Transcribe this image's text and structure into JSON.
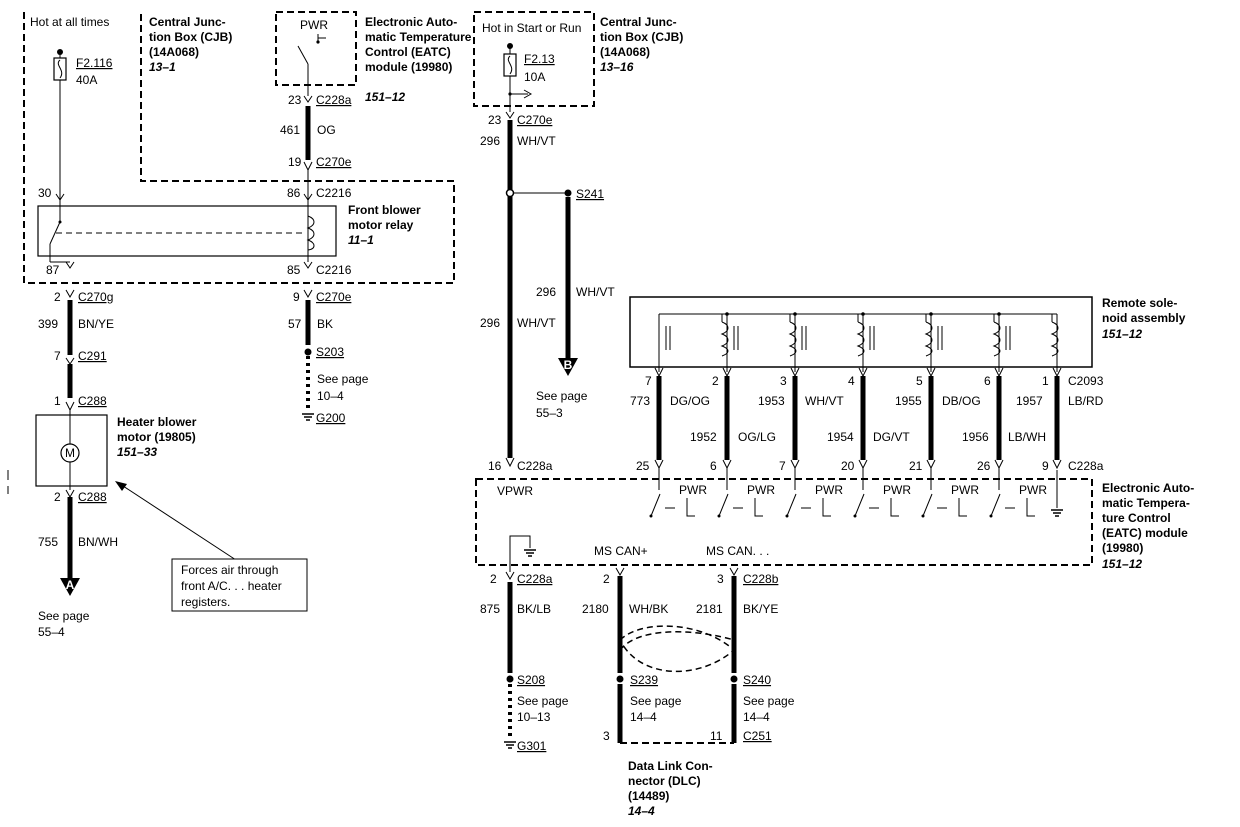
{
  "left": {
    "cjb_hot": "Hot at all times",
    "cjb_title": [
      "Central Junc-",
      "tion Box (CJB)",
      "(14A068)"
    ],
    "cjb_page": "13–1",
    "fuse": "F2.116",
    "fuse_rating": "40A",
    "eatc_pwr": "PWR",
    "eatc_title": [
      "Electronic Auto-",
      "matic Temperature",
      "Control (EATC)",
      "module (19980)"
    ],
    "eatc_page": "151–12",
    "pin_23": "23",
    "c228a": "C228a",
    "circuit_461": "461",
    "color_og": "OG",
    "pin_19": "19",
    "c270e_top": "C270e",
    "pin_30": "30",
    "pin_86": "86",
    "c2216_top": "C2216",
    "relay_title": [
      "Front blower",
      "motor relay"
    ],
    "relay_page": "11–1",
    "pin_87": "87",
    "pin_85": "85",
    "c2216_bot": "C2216",
    "pin_2a": "2",
    "c270g": "C270g",
    "pin_9": "9",
    "c270e_mid": "C270e",
    "circuit_399": "399",
    "color_bnye": "BN/YE",
    "circuit_57": "57",
    "color_bk": "BK",
    "s203": "S203",
    "see_page_a": "See page",
    "page_104": "10–4",
    "g200": "G200",
    "pin_7": "7",
    "c291": "C291",
    "pin_1": "1",
    "c288_top": "C288",
    "motor_symbol": "M",
    "motor_title": [
      "Heater blower",
      "motor (19805)"
    ],
    "motor_page": "151–33",
    "pin_2b": "2",
    "c288_bot": "C288",
    "circuit_755": "755",
    "color_bnwh": "BN/WH",
    "connector_a": "A",
    "see_page_b": "See page",
    "page_554": "55–4",
    "note": [
      "Forces air through",
      "front A/C. . .  heater",
      "registers."
    ]
  },
  "right": {
    "cjb_hot": "Hot in Start or Run",
    "cjb_title": [
      "Central Junc-",
      "tion Box (CJB)",
      "(14A068)"
    ],
    "cjb_page": "13–16",
    "fuse": "F2.13",
    "fuse_rating": "10A",
    "pin_23": "23",
    "c270e": "C270e",
    "circuit_296a": "296",
    "color_whvt_a": "WH/VT",
    "s241": "S241",
    "circuit_296b": "296",
    "color_whvt_b": "WH/VT",
    "circuit_296c": "296",
    "color_whvt_c": "WH/VT",
    "connector_b": "B",
    "see_page_c": "See page",
    "page_553": "55–3",
    "solenoid_title": [
      "Remote sole-",
      "noid assembly"
    ],
    "solenoid_page": "151–12",
    "sol_pins": [
      "7",
      "2",
      "3",
      "4",
      "5",
      "6",
      "1"
    ],
    "c2093": "C2093",
    "sol_circuits_top": [
      "773",
      "1953",
      "1955",
      "1957"
    ],
    "sol_colors_top": [
      "DG/OG",
      "WH/VT",
      "DB/OG",
      "LB/RD"
    ],
    "sol_circuits_bot": [
      "1952",
      "1954",
      "1956"
    ],
    "sol_colors_bot": [
      "OG/LG",
      "DG/VT",
      "LB/WH"
    ],
    "pin_16": "16",
    "c228a_16": "C228a",
    "eatc_pins": [
      "25",
      "6",
      "7",
      "20",
      "21",
      "26",
      "9"
    ],
    "c228a_9": "C228a",
    "vpwr": "VPWR",
    "pwr_labels": [
      "PWR",
      "PWR",
      "PWR",
      "PWR",
      "PWR",
      "PWR"
    ],
    "ms_can_plus": "MS CAN+",
    "ms_can_minus": "MS CAN. . .",
    "eatc_title": [
      "Electronic Auto-",
      "matic Tempera-",
      "ture Control",
      "(EATC) module",
      "(19980)"
    ],
    "eatc_page": "151–12",
    "pin_2a": "2",
    "c228a_2": "C228a",
    "pin_2b": "2",
    "pin_3": "3",
    "c228b": "C228b",
    "circuit_875": "875",
    "color_bklb": "BK/LB",
    "circuit_2180": "2180",
    "color_whbk": "WH/BK",
    "circuit_2181": "2181",
    "color_bkye": "BK/YE",
    "s208": "S208",
    "see_page_d": "See page",
    "page_1013": "10–13",
    "s239": "S239",
    "see_page_e": "See page",
    "page_144a": "14–4",
    "s240": "S240",
    "see_page_f": "See page",
    "page_144b": "14–4",
    "g301": "G301",
    "pin_3b": "3",
    "pin_11": "11",
    "c251": "C251",
    "dlc_title": [
      "Data Link Con-",
      "nector (DLC)",
      "(14489)"
    ],
    "dlc_page": "14–4"
  }
}
